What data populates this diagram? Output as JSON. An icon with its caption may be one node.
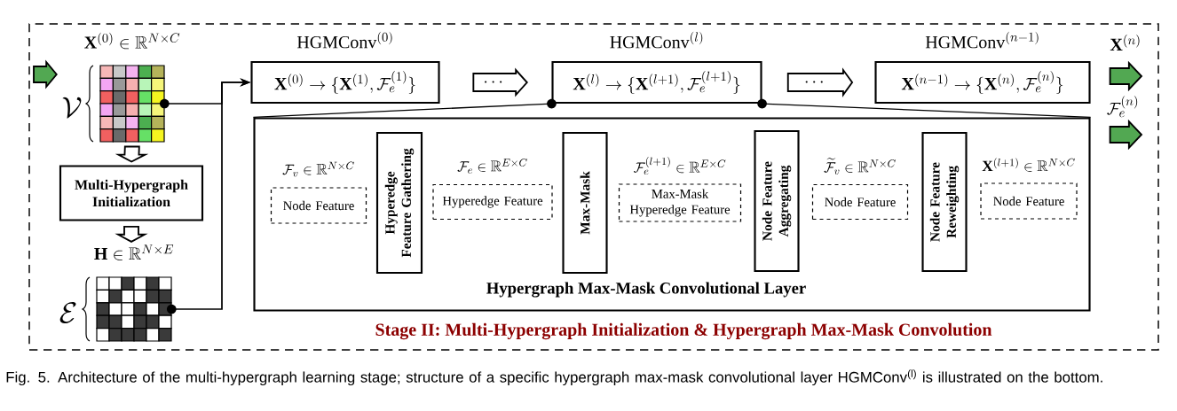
{
  "diagram": {
    "caption": "Fig. 5. Architecture of the multi-hypergraph learning stage; structure of a specific hypergraph max-mask convolutional layer HGMConv$^{(l)}$ is illustrated on the bottom.",
    "nodes": [
      {
        "text": [
          "Stage II: Multi-Hypergraph Initialization & Hypergraph Max-Mask Convolution"
        ]
      },
      {
        "text": [
          "\\mathbf{X}^{(0)} \\in \\mathbb{R}^{N\\times C}",
          "\\mathcal{V}"
        ],
        "in": 0
      },
      {
        "text": [
          "Multi-Hypergraph Initialization"
        ],
        "in": 0
      },
      {
        "text": [
          "\\mathbf{H} \\in \\mathbb{R}^{N\\times E}",
          "\\mathcal{E}"
        ],
        "in": 0
      },
      {
        "text": [
          "\\mathrm{HGMConv}^{(0)}",
          "\\mathbf{X}^{(0)} \\rightarrow \\{\\mathbf{X}^{(1)}, \\mathcal{F}_e^{(1)}\\}"
        ],
        "in": 0
      },
      {
        "text": [
          "\\mathrm{HGMConv}^{(l)}",
          "\\mathbf{X}^{(l)} \\rightarrow \\{\\mathbf{X}^{(l+1)}, \\mathcal{F}_e^{(l+1)}\\}"
        ],
        "in": 0
      },
      {
        "text": [
          "\\mathrm{HGMConv}^{(n-1)}",
          "\\mathbf{X}^{(n-1)} \\rightarrow \\{\\mathbf{X}^{(n)}, \\mathcal{F}_e^{(n)}\\}"
        ],
        "in": 0
      },
      {
        "text": [
          "Hypergraph Max-Mask Convolutional Layer"
        ],
        "in": 0
      },
      {
        "text": [
          "\\mathcal{F}_v \\in \\mathbb{R}^{N\\times C}",
          "Node Feature"
        ],
        "in": 7
      },
      {
        "text": [
          "Hyperedge Feature Gathering"
        ],
        "in": 7
      },
      {
        "text": [
          "\\mathcal{F}_e \\in \\mathbb{R}^{E\\times C}",
          "Hyperedge Feature"
        ],
        "in": 7
      },
      {
        "text": [
          "Max-Mask"
        ],
        "in": 7
      },
      {
        "text": [
          "\\mathcal{F}_e^{(l+1)} \\in \\mathbb{R}^{E\\times C}",
          "Max-Mask Hyperedge Feature"
        ],
        "in": 7
      },
      {
        "text": [
          "Node Feature Aggregating"
        ],
        "in": 7
      },
      {
        "text": [
          "\\widetilde{\\mathcal{F}}_v \\in \\mathbb{R}^{N\\times C}",
          "Node Feature"
        ],
        "in": 7
      },
      {
        "text": [
          "Node Feature Reweighting"
        ],
        "in": 7
      },
      {
        "text": [
          "\\mathbf{X}^{(l+1)} \\in \\mathbb{R}^{N\\times C}",
          "Node Feature"
        ],
        "in": 7
      }
    ],
    "edges": [
      {
        "from": null,
        "to": 1,
        "arrow": "to",
        "style": "thick",
        "color": "#52a852"
      },
      {
        "from": 1,
        "to": 2,
        "arrow": "to",
        "style": "thick"
      },
      {
        "from": 2,
        "to": 3,
        "arrow": "to",
        "style": "thick"
      },
      {
        "from": 1,
        "to": 4,
        "arrow": "to"
      },
      {
        "from": 3,
        "to": 4,
        "arrow": "to"
      },
      {
        "from": 4,
        "to": 5,
        "arrow": "to",
        "style": "thick",
        "label": "\\cdots"
      },
      {
        "from": 5,
        "to": 6,
        "arrow": "to",
        "style": "thick",
        "label": "\\cdots"
      },
      {
        "from": 5,
        "to": 7,
        "arrow": "none"
      },
      {
        "from": 5,
        "to": 7,
        "arrow": "none"
      },
      {
        "from": 6,
        "to": null,
        "arrow": "to",
        "style": "thick",
        "color": "#52a852",
        "label": "\\mathbf{X}^{(n)}"
      },
      {
        "from": 6,
        "to": null,
        "arrow": "to",
        "style": "thick",
        "color": "#52a852",
        "label": "\\mathcal{F}_e^{(n)}"
      }
    ]
  }
}
